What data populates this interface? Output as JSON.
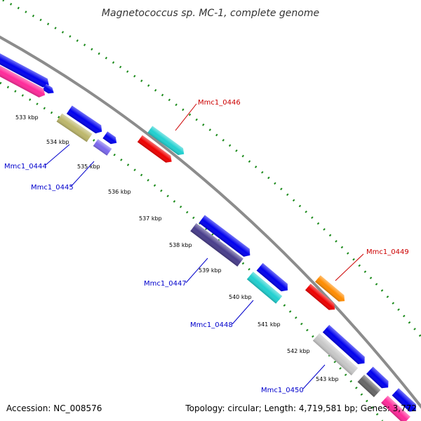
{
  "title": "Magnetococcus sp. MC-1, complete genome",
  "footer": {
    "accession": "Accession: NC_008576",
    "summary": "Topology: circular; Length: 4,719,581 bp; Genes: 3,772"
  },
  "kbp_labels": [
    "533 kbp",
    "534 kbp",
    "535 kbp",
    "536 kbp",
    "537 kbp",
    "538 kbp",
    "539 kbp",
    "540 kbp",
    "541 kbp",
    "542 kbp",
    "543 kbp"
  ],
  "gene_labels": {
    "mmc1_0444": "Mmc1_0444",
    "mmc1_0445": "Mmc1_0445",
    "mmc1_0446": "Mmc1_0446",
    "mmc1_0447": "Mmc1_0447",
    "mmc1_0448": "Mmc1_0448",
    "mmc1_0449": "Mmc1_0449",
    "mmc1_0450": "Mmc1_0450"
  },
  "colors": {
    "backbone": "#8c8c8c",
    "tick": "#1a8a1a",
    "blue": "#0000ee",
    "pink": "#ff2a9a",
    "olive": "#bdb76b",
    "slate": "#7b68ee",
    "cyan": "#20d0d0",
    "red": "#ee0000",
    "darkslate": "#483d8b",
    "orange": "#ff8c00",
    "silver": "#c8c8c8",
    "gray": "#666666",
    "forward_label": "#cc0000",
    "reverse_label": "#0000cc"
  }
}
